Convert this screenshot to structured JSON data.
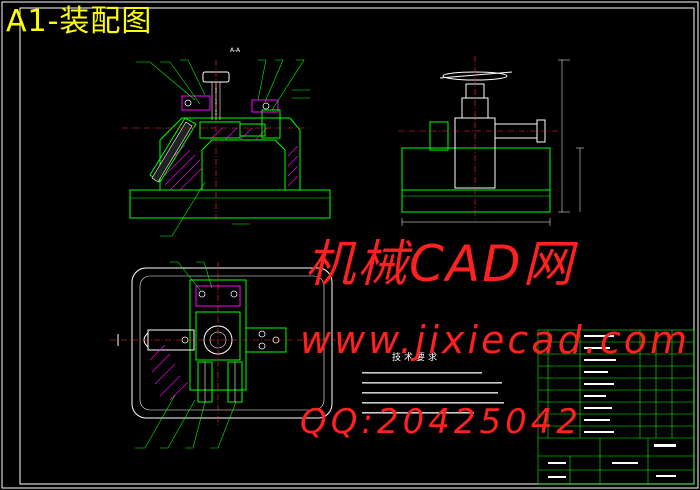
{
  "drawing": {
    "title": "A1-装配图",
    "section_label": "A-A",
    "watermark_1": "机械CAD网",
    "watermark_2": "www.jixiecad.com",
    "watermark_3": "QQ:20425042"
  },
  "notes": {
    "heading": "技术要求"
  },
  "colors": {
    "border": "#ffffff",
    "geometry": "#00ff00",
    "leaders": "#00ff00",
    "centerline": "#ff3030",
    "hatch": "#ff00ff",
    "parts_magenta": "#ff00ff",
    "dimension": "#ffffff",
    "title_yellow": "#ffff00",
    "watermark": "#ff2020"
  }
}
